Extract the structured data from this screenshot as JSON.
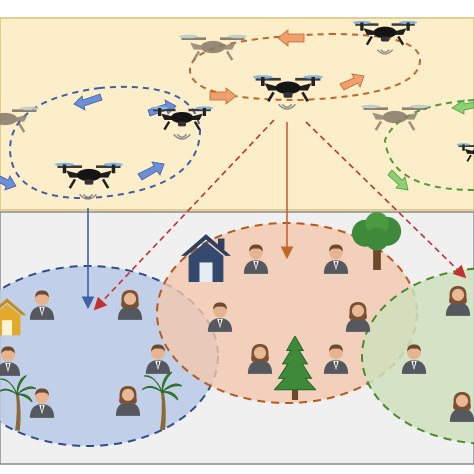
{
  "diagram": {
    "panels": {
      "sky_fill": "#fbeec9",
      "sky_border": "#d9c27a",
      "ground_fill": "#f0f0f0",
      "ground_border": "#8a8a8a"
    },
    "zones": [
      {
        "id": "blue-zone",
        "fill": "#b9c9e6",
        "stroke": "#2e4f8c"
      },
      {
        "id": "orange-zone",
        "fill": "#f2c8ae",
        "stroke": "#b55a1e"
      },
      {
        "id": "green-zone",
        "fill": "#cfe0bd",
        "stroke": "#4b8a2c"
      }
    ],
    "orbits": [
      {
        "id": "blue-orbit",
        "color": "#3f5fa8"
      },
      {
        "id": "orange-orbit",
        "color": "#c2662a"
      },
      {
        "id": "green-orbit",
        "color": "#4e9a3a"
      }
    ],
    "links": [
      {
        "id": "link-blue",
        "color": "#3f5fa8"
      },
      {
        "id": "link-orange",
        "color": "#c2662a"
      },
      {
        "id": "link-red-blue",
        "color": "#c43030"
      },
      {
        "id": "link-red-green",
        "color": "#c43030"
      }
    ],
    "icons": [
      "uav-icon",
      "house-icon",
      "person-icon",
      "tree-icon",
      "pine-tree-icon",
      "palm-tree-icon",
      "signal-icon",
      "arrow-icon"
    ]
  }
}
